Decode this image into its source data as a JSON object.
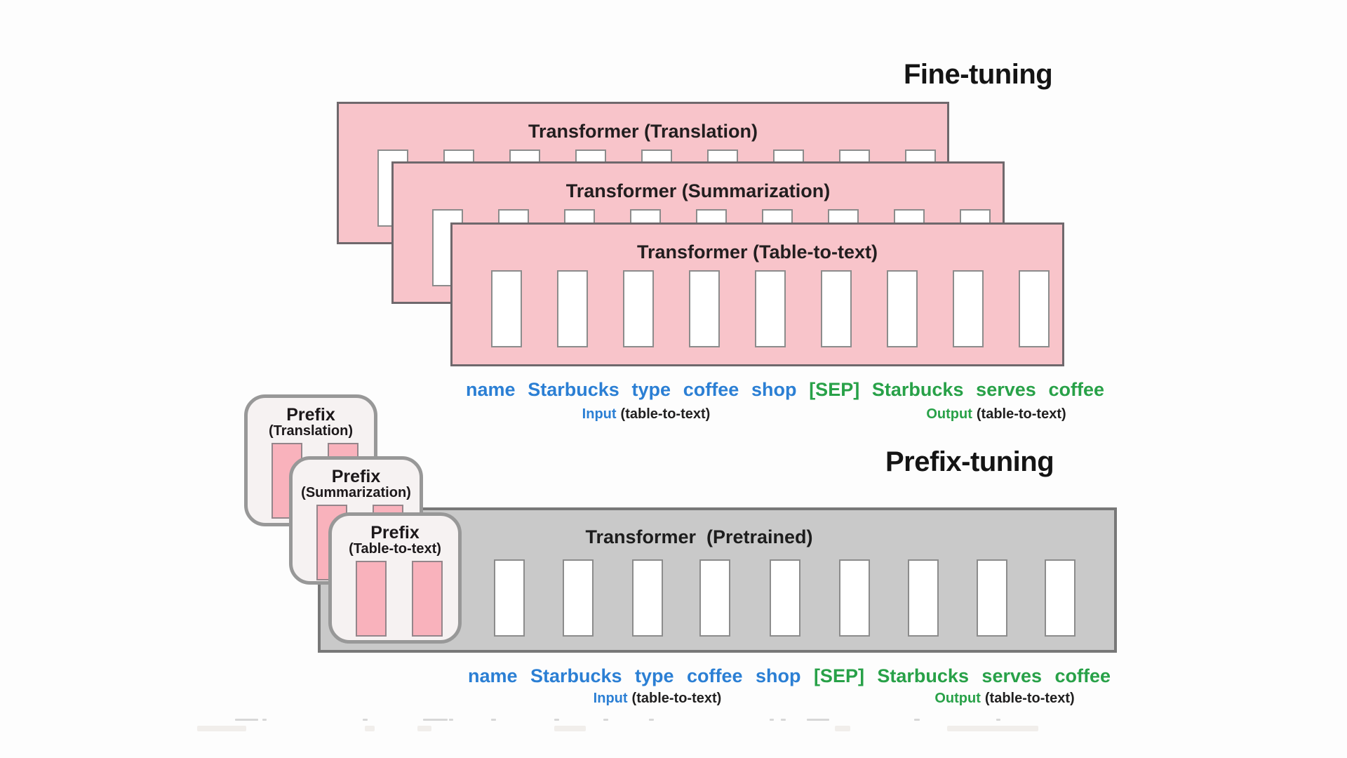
{
  "fine_tuning": {
    "heading": "Fine-tuning",
    "transformers": [
      "Transformer (Translation)",
      "Transformer (Summarization)",
      "Transformer (Table-to-text)"
    ]
  },
  "prefix_tuning": {
    "heading": "Prefix-tuning",
    "transformer": "Transformer  (Pretrained)",
    "prefixes": [
      {
        "title": "Prefix",
        "task": "(Translation)"
      },
      {
        "title": "Prefix",
        "task": "(Summarization)"
      },
      {
        "title": "Prefix",
        "task": "(Table-to-text)"
      }
    ]
  },
  "sentence": {
    "input_tokens": [
      "name",
      "Starbucks",
      "type",
      "coffee",
      "shop"
    ],
    "output_tokens": [
      "[SEP]",
      "Starbucks",
      "serves",
      "coffee"
    ],
    "input_label": "Input",
    "output_label": "Output",
    "task_label": "(table-to-text)"
  },
  "colors": {
    "token_input_blue": "#2b7fd4",
    "token_output_green": "#28a148",
    "transformer_pink": "#f8c4ca",
    "prefix_slot_pink": "#f9b2bc",
    "pretrained_gray": "#c9c9c9",
    "prefix_card_bg": "#f6f2f2"
  }
}
